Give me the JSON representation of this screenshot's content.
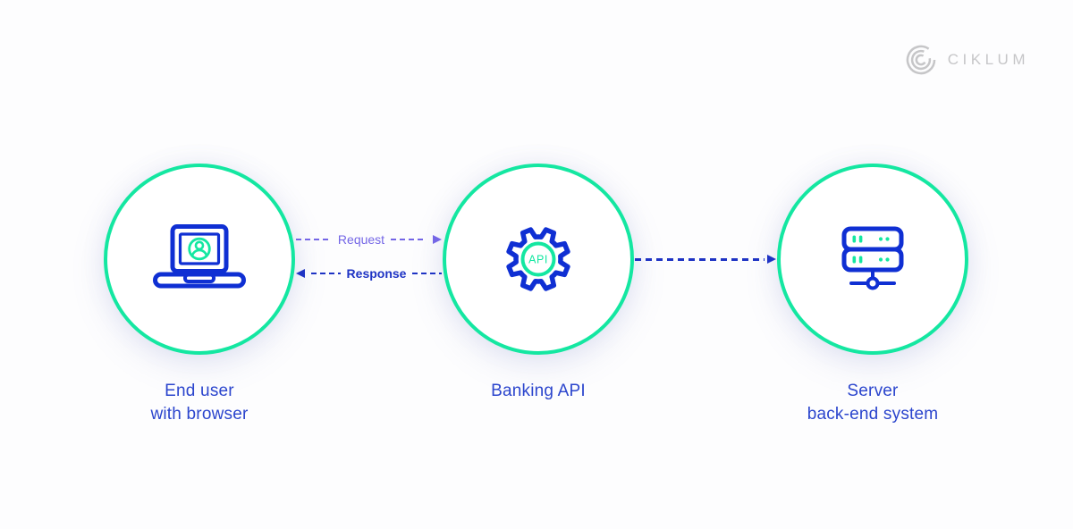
{
  "logo": {
    "text": "CIKLUM",
    "color": "#c6c6c8"
  },
  "colors": {
    "mint": "#14e7a1",
    "icon_blue": "#0f2fd3",
    "label_blue": "#2b45cd",
    "request_violet": "#7466e6",
    "arrow_blue": "#1e33c4"
  },
  "nodes": [
    {
      "id": "end-user",
      "icon": "laptop-user-icon",
      "label_lines": [
        "End user",
        "with browser"
      ]
    },
    {
      "id": "banking-api",
      "icon": "gear-api-icon",
      "icon_text": "API",
      "label_lines": [
        "Banking API"
      ]
    },
    {
      "id": "server",
      "icon": "server-icon",
      "label_lines": [
        "Server",
        "back-end system"
      ]
    }
  ],
  "connections": [
    {
      "from": "end-user",
      "to": "banking-api",
      "label": "Request",
      "direction": "right"
    },
    {
      "from": "banking-api",
      "to": "end-user",
      "label": "Response",
      "direction": "left"
    },
    {
      "from": "banking-api",
      "to": "server",
      "label": "",
      "direction": "right"
    }
  ]
}
